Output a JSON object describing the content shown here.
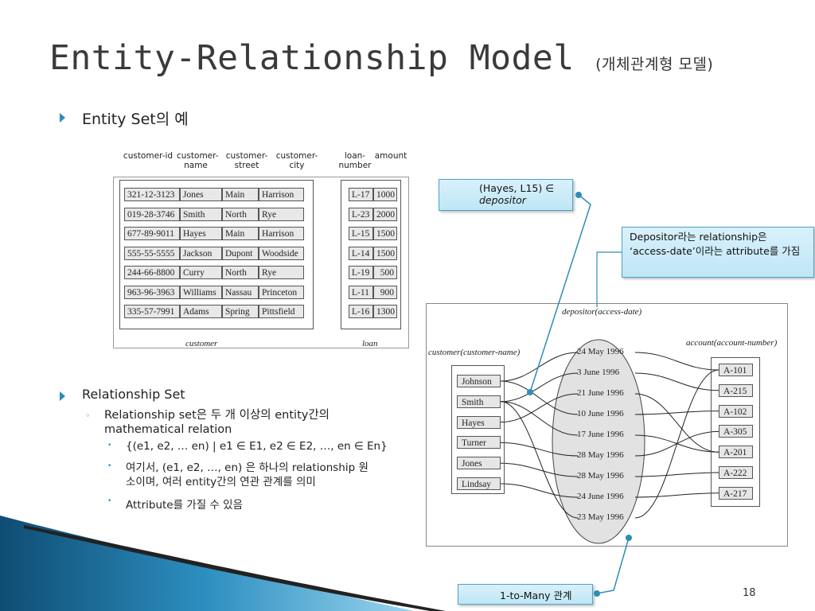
{
  "title": {
    "main": "Entity-Relationship Model",
    "sub": "(개체관계형 모델)"
  },
  "bullets": {
    "entity_set": "Entity Set의 예",
    "relationship_set": "Relationship Set",
    "sub1_line1": "Relationship set은 두 개 이상의 entity간의",
    "sub1_line2": "mathematical relation",
    "sub2_items": [
      "{(e1, e2, … en) | e1  ∈ E1, e2 ∈  E2, …, en ∈  En}",
      "여기서, (e1, e2, …, en) 은 하나의 relationship 원",
      "소이며,  여러 entity간의 연관 관계를 의미",
      "Attribute를 가질 수 있음"
    ]
  },
  "entity_figure": {
    "headers": [
      "customer-id",
      "customer-\nname",
      "customer-\nstreet",
      "customer-\ncity",
      "loan-\nnumber",
      "amount"
    ],
    "customers": [
      [
        "321-12-3123",
        "Jones",
        "Main",
        "Harrison"
      ],
      [
        "019-28-3746",
        "Smith",
        "North",
        "Rye"
      ],
      [
        "677-89-9011",
        "Hayes",
        "Main",
        "Harrison"
      ],
      [
        "555-55-5555",
        "Jackson",
        "Dupont",
        "Woodside"
      ],
      [
        "244-66-8800",
        "Curry",
        "North",
        "Rye"
      ],
      [
        "963-96-3963",
        "Williams",
        "Nassau",
        "Princeton"
      ],
      [
        "335-57-7991",
        "Adams",
        "Spring",
        "Pittsfield"
      ]
    ],
    "loans": [
      [
        "L-17",
        "1000"
      ],
      [
        "L-23",
        "2000"
      ],
      [
        "L-15",
        "1500"
      ],
      [
        "L-14",
        "1500"
      ],
      [
        "L-19",
        "500"
      ],
      [
        "L-11",
        "900"
      ],
      [
        "L-16",
        "1300"
      ]
    ],
    "caption_customer": "customer",
    "caption_loan": "loan"
  },
  "er_figure": {
    "depositor_label": "depositor(access-date)",
    "customer_label": "customer(customer-name)",
    "account_label": "account(account-number)",
    "customers": [
      "Johnson",
      "Smith",
      "Hayes",
      "Turner",
      "Jones",
      "Lindsay"
    ],
    "dates": [
      "24 May 1996",
      "3 June 1996",
      "21 June 1996",
      "10 June 1996",
      "17 June 1996",
      "28 May 1996",
      "28 May 1996",
      "24 June 1996",
      "23 May 1996"
    ],
    "accounts": [
      "A-101",
      "A-215",
      "A-102",
      "A-305",
      "A-201",
      "A-222",
      "A-217"
    ]
  },
  "callouts": {
    "hayes_line1": "(Hayes, L15) ∈",
    "hayes_line2": "depositor",
    "depositor_text": "Depositor라는 relationship은 ‘access-date’이라는 attribute를 가짐",
    "one_to_many": "1-to-Many 관계"
  },
  "page_number": "18",
  "colors": {
    "accent": "#2e8cb8",
    "callout_fill": "#c9ebf8",
    "title": "#3a3a3a"
  }
}
